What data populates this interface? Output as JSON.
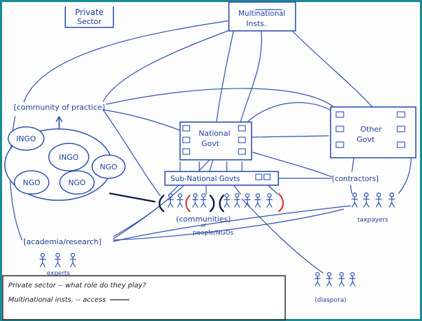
{
  "nodes": {
    "private_sector": [
      "Private",
      "Sector"
    ],
    "multinational_insts": [
      "Multinational",
      "Insts."
    ],
    "community_of_practice": "[community of practice]",
    "ingo_1": "INGO",
    "ingo_2": "INGO",
    "ngo_1": "NGO",
    "ngo_2": "NGO",
    "ngo_3": "NGO",
    "national_govt": [
      "National",
      "Govt"
    ],
    "other_govt": [
      "Other",
      "Govt"
    ],
    "sub_national_govts": "Sub-National Govts",
    "contractors": "[contractors]",
    "communities": [
      "(communities)",
      "of",
      "people/NGOs"
    ],
    "academia_research": "[academia/research]",
    "experts": "experts",
    "taxpayers": "taxpayers",
    "diaspora": "(diaspora)"
  },
  "notes": {
    "line1": "Private sector -- what role do they play?",
    "line2": "Multinational insts. -- access"
  }
}
